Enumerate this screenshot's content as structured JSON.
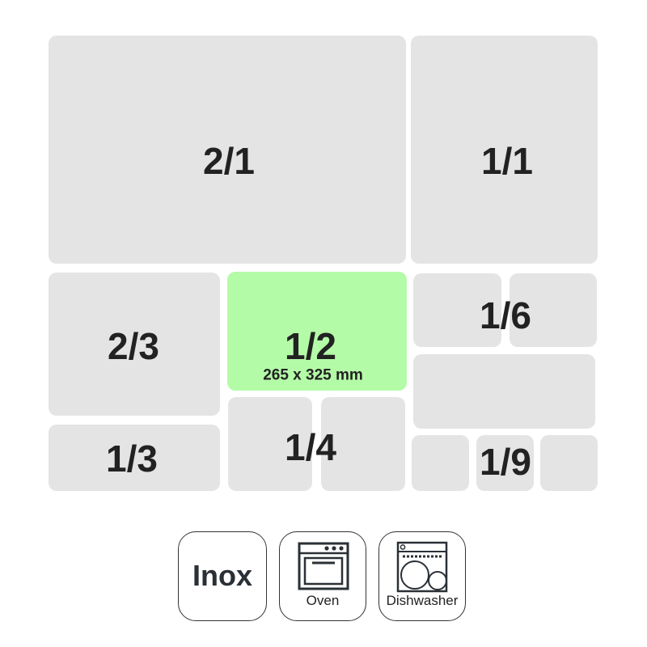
{
  "pans": {
    "two_one": "2/1",
    "one_one": "1/1",
    "two_three": "2/3",
    "one_half": "1/2",
    "one_half_size": "265 x 325 mm",
    "one_sixth": "1/6",
    "one_third": "1/3",
    "one_quarter": "1/4",
    "one_ninth": "1/9",
    "selected": "1/2"
  },
  "badges": {
    "material": "Inox",
    "oven": "Oven",
    "dishwasher": "Dishwasher",
    "oven_icon": "oven-icon",
    "dishwasher_icon": "dishwasher-icon"
  },
  "colors": {
    "tile": "#e4e4e4",
    "selected_tile": "#b4fba8",
    "label": "#222222"
  }
}
